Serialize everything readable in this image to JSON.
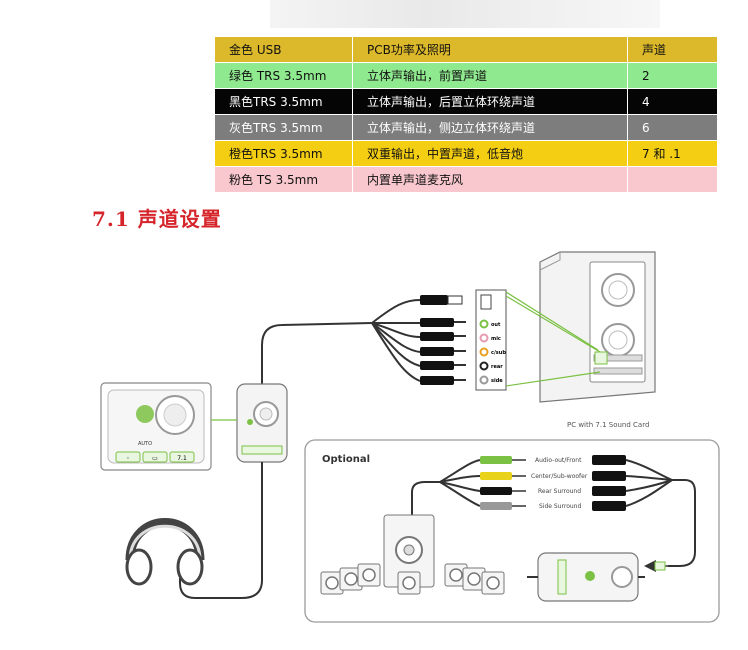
{
  "table": {
    "rows": [
      {
        "style": "gold",
        "connector": "金色 USB",
        "function": "PCB功率及照明",
        "channels": "声道"
      },
      {
        "style": "green",
        "connector": "绿色 TRS 3.5mm",
        "function": "立体声输出，前置声道",
        "channels": "2"
      },
      {
        "style": "black",
        "connector": "黑色TRS 3.5mm",
        "function": "立体声输出，后置立体环绕声道",
        "channels": "4"
      },
      {
        "style": "gray",
        "connector": "灰色TRS 3.5mm",
        "function": "立体声输出，侧边立体环绕声道",
        "channels": "6"
      },
      {
        "style": "orange",
        "connector": "橙色TRS 3.5mm",
        "function": "双重输出，中置声道，低音炮",
        "channels": "7 和 .1"
      },
      {
        "style": "pink",
        "connector": "粉色 TS 3.5mm",
        "function": "内置单声道麦克风",
        "channels": ""
      }
    ]
  },
  "section_title": "7.1 声道设置",
  "diagram": {
    "pc_caption": "PC with 7.1 Sound Card",
    "port_labels": [
      "out",
      "mic",
      "c/sub",
      "rear",
      "side"
    ],
    "optional_title": "Optional",
    "optional_jacks": [
      "Audio-out/Front",
      "Center/Sub-woofer",
      "Rear Surround",
      "Side Surround"
    ],
    "amp_label": "AUTO",
    "amp_buttons": [
      "◦",
      "▭",
      "7.1"
    ],
    "colors": {
      "green": "#7bc143",
      "yellow": "#e8d21a",
      "line": "#555555"
    }
  }
}
